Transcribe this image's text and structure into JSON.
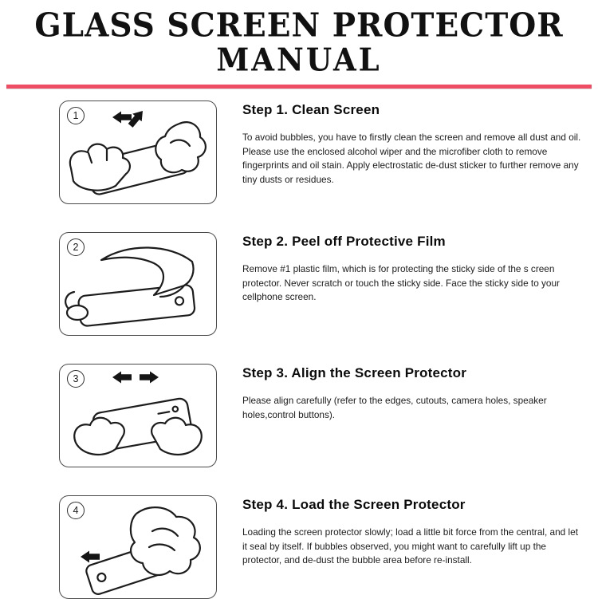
{
  "page": {
    "title_line1": "GLASS SCREEN PROTECTOR",
    "title_line2": "MANUAL",
    "accent_color": "#ef4d63"
  },
  "steps": [
    {
      "number": "1",
      "heading": "Step 1. Clean Screen",
      "body": "To avoid bubbles, you have to firstly clean the screen and remove all dust and oil. Please use the enclosed alcohol wiper and the microfiber cloth to remove fingerprints and oil stain. Apply electrostatic de-dust sticker to further remove any tiny dusts or residues.",
      "illustration": "hands-cleaning-phone-screen"
    },
    {
      "number": "2",
      "heading": "Step 2. Peel off Protective Film",
      "body": "Remove #1 plastic film, which is for protecting the sticky side of the s creen protector. Never scratch or touch the sticky side. Face the sticky side to your cellphone screen.",
      "illustration": "hand-peeling-film-off-phone"
    },
    {
      "number": "3",
      "heading": "Step 3. Align the Screen Protector",
      "body": "Please align carefully (refer to the edges, cutouts, camera holes, speaker holes,control buttons).",
      "illustration": "hands-aligning-protector-on-phone"
    },
    {
      "number": "4",
      "heading": "Step 4. Load the Screen Protector",
      "body": "Loading the screen protector slowly; load a little bit force from the central, and let it seal by itself. If bubbles observed, you might want to carefully lift up the protector, and de-dust the bubble area before re-install.",
      "illustration": "hand-pressing-protector-onto-phone"
    }
  ]
}
